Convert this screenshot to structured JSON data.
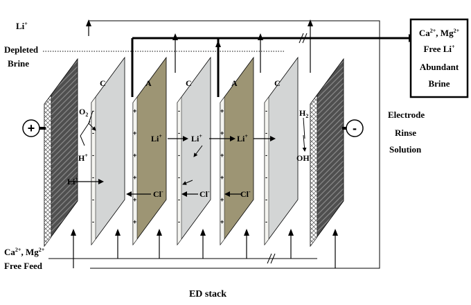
{
  "labels": {
    "depleted_line1": "Li",
    "depleted_line1_sup": "+",
    "depleted_line2": "Depleted",
    "depleted_line3": "Brine",
    "feed_line1_a": "Ca",
    "feed_line1_a_sup": "2+",
    "feed_line1_b": ", Mg",
    "feed_line1_b_sup": "2+",
    "feed_line2": "Free Feed",
    "product_line1_a": "Ca",
    "product_line1_a_sup": "2+",
    "product_line1_b": ", Mg",
    "product_line1_b_sup": "2+",
    "product_line2_a": "Free Li",
    "product_line2_a_sup": "+",
    "product_line3": "Abundant",
    "product_line4": "Brine",
    "rinse_line1": "Electrode",
    "rinse_line2": "Rinse",
    "rinse_line3": "Solution",
    "stack": "ED stack",
    "anode_sign": "+",
    "cathode_sign": "-"
  },
  "membranes": [
    {
      "type": "C",
      "sign": "-"
    },
    {
      "type": "A",
      "sign": "+"
    },
    {
      "type": "C",
      "sign": "-"
    },
    {
      "type": "A",
      "sign": "+"
    },
    {
      "type": "C",
      "sign": "-"
    }
  ],
  "species": {
    "o2": "O",
    "o2_sub": "2",
    "h_plus": "H",
    "h_plus_sup": "+",
    "h2": "H",
    "h2_sub": "2",
    "oh": "OH",
    "oh_sup": "-",
    "li": "Li",
    "li_sup": "+",
    "cl": "Cl",
    "cl_sup": "-"
  },
  "colors": {
    "cation_membrane": "#d3d5d5",
    "anion_membrane": "#9d9574",
    "electrode": "#5a5a5a",
    "edge": "#f4f4f0",
    "line": "#000000"
  }
}
